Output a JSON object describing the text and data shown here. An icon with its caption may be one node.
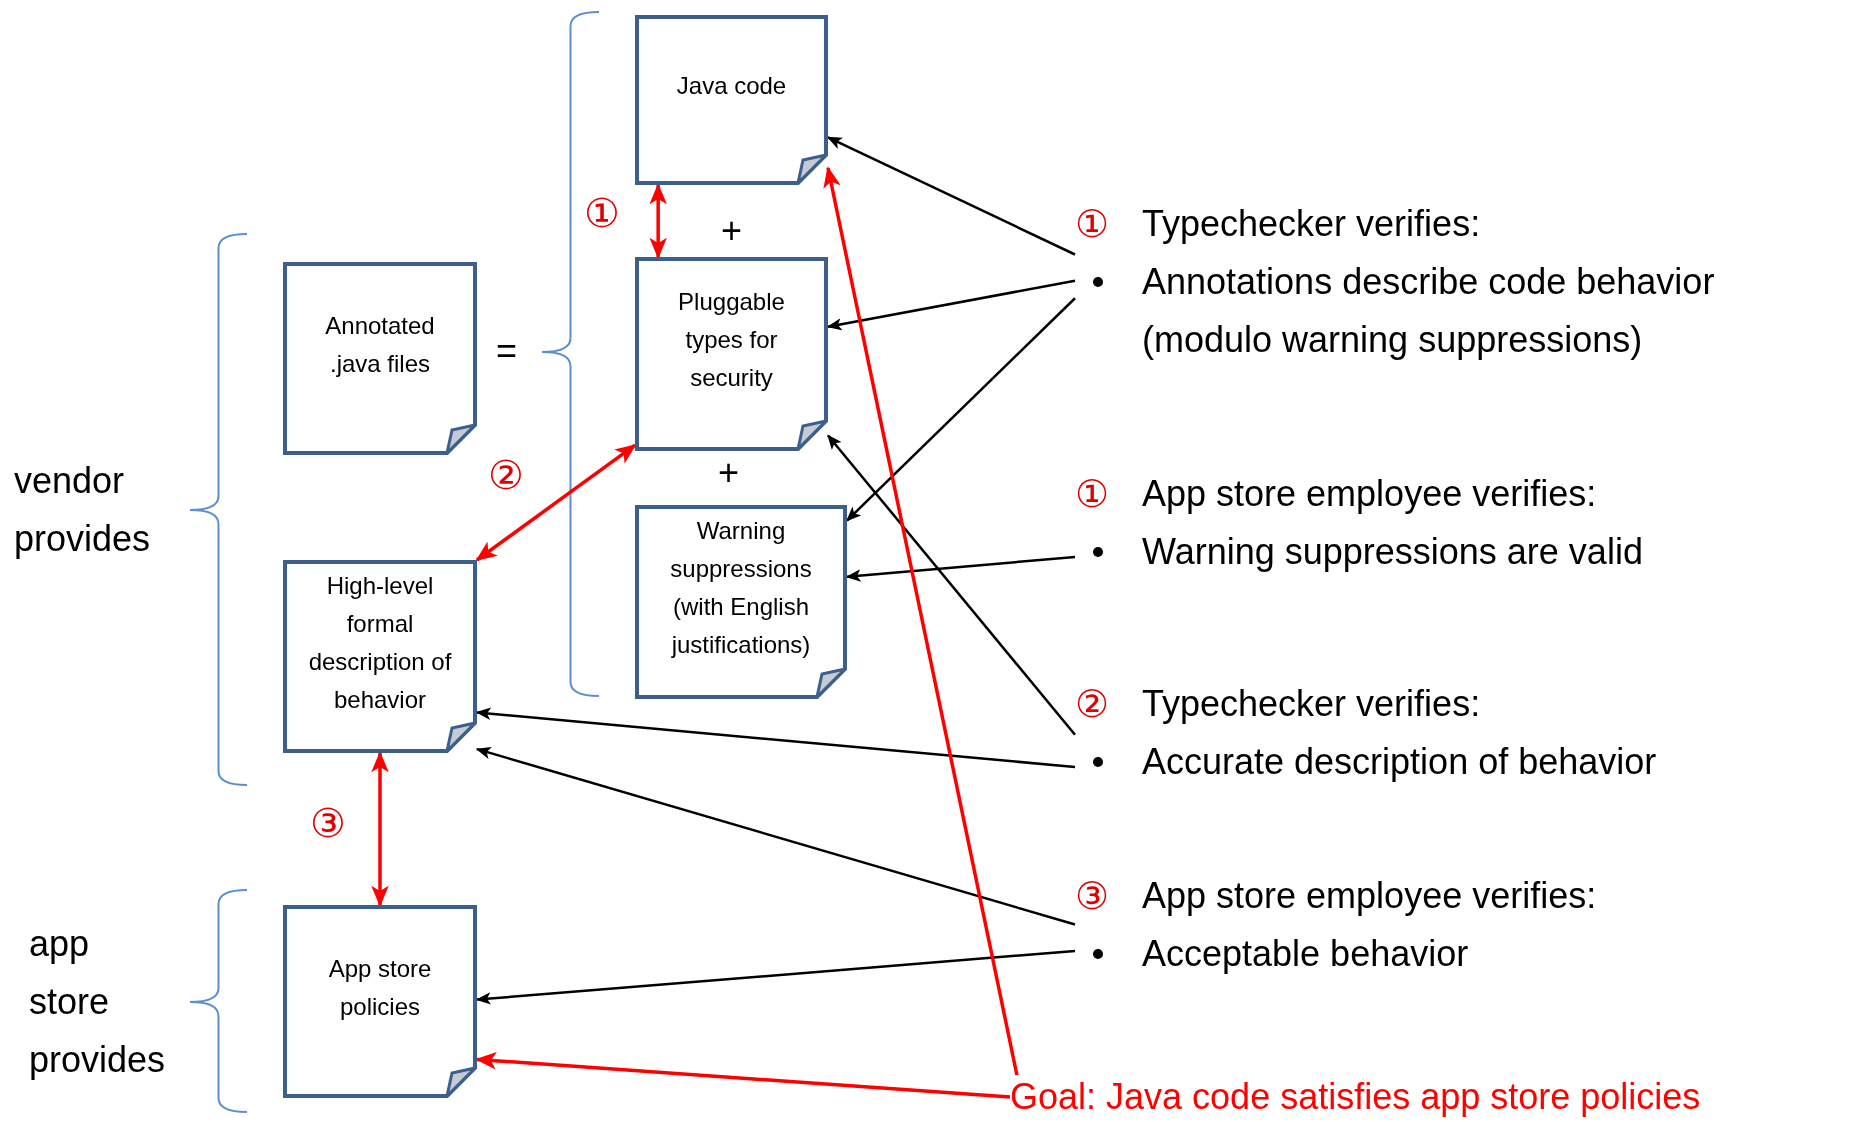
{
  "diagram": {
    "nodes": [
      {
        "text": [
          "Java code"
        ]
      },
      {
        "text": [
          "Pluggable types for security"
        ]
      },
      {
        "text": [
          "Warning suppressions (with English justifications)"
        ]
      },
      {
        "text": [
          "Annotated .java files"
        ]
      },
      {
        "text": [
          "High-level formal description of behavior"
        ]
      },
      {
        "text": [
          "App store policies"
        ]
      },
      {
        "text": [
          "①",
          "Typechecker verifies:",
          "Annotations describe code behavior (modulo warning suppressions)"
        ]
      },
      {
        "text": [
          "①",
          "App store employee verifies:",
          "Warning suppressions are valid"
        ]
      },
      {
        "text": [
          "②",
          "Typechecker verifies:",
          "Accurate description of behavior"
        ]
      },
      {
        "text": [
          "③",
          "App store employee verifies:",
          "Acceptable behavior"
        ]
      },
      {
        "text": [
          "Goal: Java code satisfies app store policies"
        ]
      }
    ],
    "edges": [
      {
        "from": 0,
        "to": 1,
        "arrow": "both",
        "label": "①",
        "color": "#ff0000"
      },
      {
        "from": 1,
        "to": 4,
        "arrow": "both",
        "label": "②",
        "color": "#ff0000"
      },
      {
        "from": 4,
        "to": 5,
        "arrow": "both",
        "label": "③",
        "color": "#ff0000"
      },
      {
        "from": 6,
        "to": 0,
        "arrow": "to"
      },
      {
        "from": 6,
        "to": 1,
        "arrow": "to"
      },
      {
        "from": 6,
        "to": 2,
        "arrow": "to"
      },
      {
        "from": 7,
        "to": 2,
        "arrow": "to"
      },
      {
        "from": 8,
        "to": 1,
        "arrow": "to"
      },
      {
        "from": 8,
        "to": 4,
        "arrow": "to"
      },
      {
        "from": 9,
        "to": 4,
        "arrow": "to"
      },
      {
        "from": 9,
        "to": 5,
        "arrow": "to"
      },
      {
        "from": 10,
        "to": 0,
        "arrow": "to",
        "color": "#ff0000"
      },
      {
        "from": 10,
        "to": 5,
        "arrow": "to",
        "color": "#ff0000"
      }
    ],
    "labels": [
      "=",
      "+",
      "+",
      "vendor provides",
      "app store provides"
    ]
  }
}
